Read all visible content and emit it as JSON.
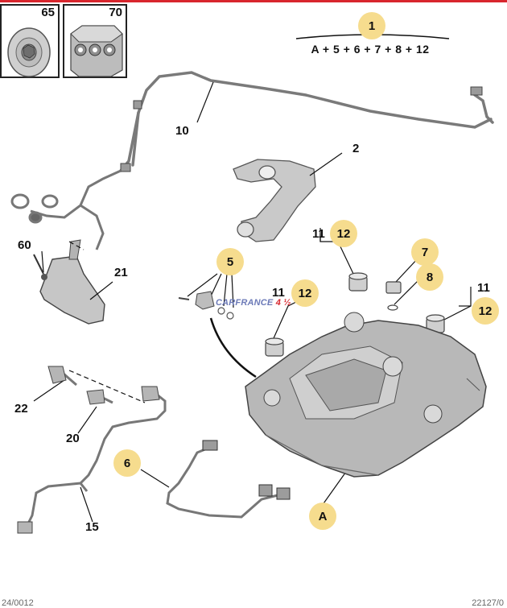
{
  "insets": [
    {
      "number": "65",
      "icon": "disc-bolt-icon"
    },
    {
      "number": "70",
      "icon": "pipe-clip-icon"
    }
  ],
  "formula": {
    "top": "1",
    "bottom": "A + 5 + 6 + 7 + 8 + 12"
  },
  "callouts": {
    "c10": "10",
    "c2": "2",
    "c60": "60",
    "c21": "21",
    "c11_right": "11",
    "c12_right": "12",
    "c11_mid": "11",
    "c12_mid": "12",
    "c11_far": "11",
    "c12_far": "12",
    "c5": "5",
    "c7": "7",
    "c8": "8",
    "c22": "22",
    "c20": "20",
    "c6": "6",
    "c15": "15",
    "cA": "A"
  },
  "watermark": {
    "main": "CARFRANCE",
    "suffix": "4 ½"
  },
  "footer": {
    "left": "24/0012",
    "right": "22127/0"
  },
  "colors": {
    "highlight": "#f6dc8e",
    "brand_red": "#d8262d",
    "logo_blue": "#6d7bb8"
  }
}
